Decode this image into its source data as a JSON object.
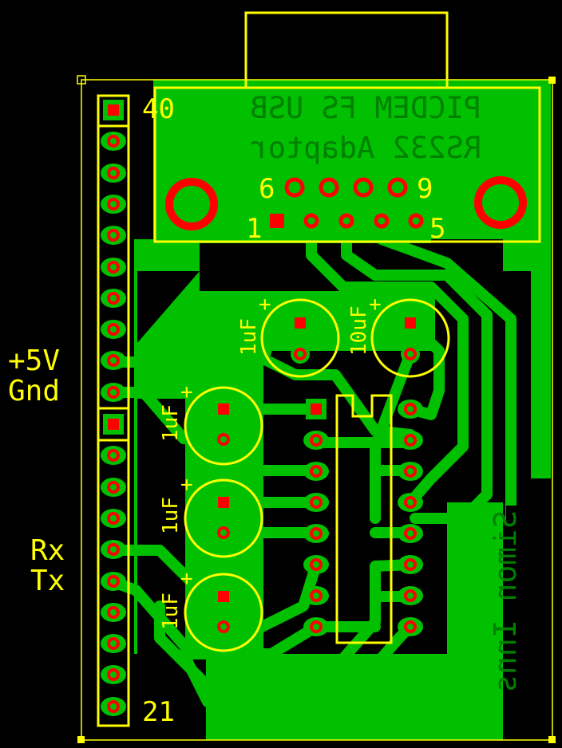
{
  "board": {
    "title_line1": "PICDEM FS USB",
    "title_line2": "RS232 Adaptor",
    "author": "Simon Inns",
    "colors": {
      "background": "#000000",
      "copper": "#00c000",
      "pad": "#ff0000",
      "silkscreen": "#ffff00",
      "copper_text": "#008000"
    }
  },
  "db9": {
    "pin_label_1": "1",
    "pin_label_5": "5",
    "pin_label_6": "6",
    "pin_label_9": "9"
  },
  "header": {
    "pin_label_top": "40",
    "pin_label_bottom": "21",
    "side_labels": {
      "plus5v": "+5V",
      "gnd": "Gnd",
      "rx": "Rx",
      "tx": "Tx"
    }
  },
  "capacitors": [
    {
      "id": "c1",
      "value": "1uF",
      "polarity": "+"
    },
    {
      "id": "c2",
      "value": "10uF",
      "polarity": "+"
    },
    {
      "id": "c3",
      "value": "1uF",
      "polarity": "+"
    },
    {
      "id": "c4",
      "value": "1uF",
      "polarity": "+"
    },
    {
      "id": "c5",
      "value": "1uF",
      "polarity": "+"
    }
  ]
}
